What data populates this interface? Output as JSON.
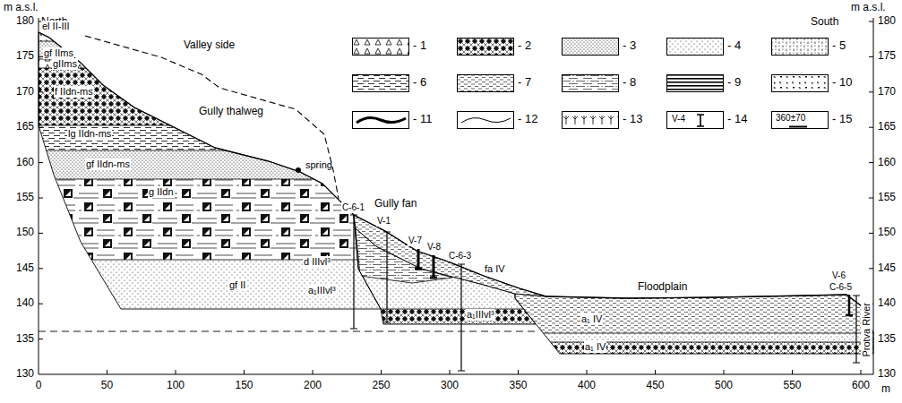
{
  "diagram": {
    "labels": [
      "m a.s.l.",
      "North",
      "m a.s.l.",
      "South",
      "180",
      "175",
      "170",
      "165",
      "160",
      "155",
      "150",
      "145",
      "140",
      "135",
      "130",
      "180",
      "175",
      "170",
      "165",
      "160",
      "155",
      "150",
      "145",
      "140",
      "135",
      "130",
      "0",
      "50",
      "100",
      "150",
      "200",
      "250",
      "300",
      "350",
      "400",
      "450",
      "500",
      "550",
      "600",
      "m",
      "el II-III",
      "gf IIms",
      "gIIms",
      "f IIdn-ms",
      "lg IIdn-ms",
      "gf IIdn-ms",
      "g IIdn",
      "gf II",
      "d IIIvl³",
      "a₁IIIvl³",
      "a₁IIIvl³",
      "fa IV",
      "a₁ IV",
      "a₁ IV",
      "Valley side",
      "Gully thalweg",
      "spring",
      "Gully fan",
      "Floodplain",
      "Protva River",
      "C-6-1",
      "V-1",
      "V-7",
      "V-8",
      "C-6-3",
      "V-6",
      "C-6-5",
      "V-4",
      "360±70"
    ],
    "legend": [
      {
        "text": "- 1"
      },
      {
        "text": "- 2"
      },
      {
        "text": "- 3"
      },
      {
        "text": "- 4"
      },
      {
        "text": "- 5"
      },
      {
        "text": "- 6"
      },
      {
        "text": "- 7"
      },
      {
        "text": "- 8"
      },
      {
        "text": "- 9"
      },
      {
        "text": "- 10"
      },
      {
        "text": "- 11"
      },
      {
        "text": "- 12"
      },
      {
        "text": "- 13"
      },
      {
        "text": "- 14"
      },
      {
        "text": "- 15"
      }
    ]
  }
}
